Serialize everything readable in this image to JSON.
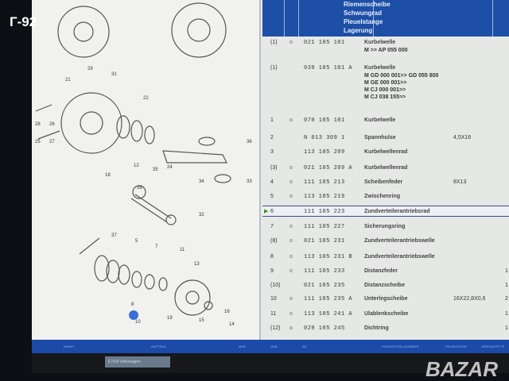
{
  "overlay_label": "Г-92",
  "header": {
    "names": [
      "Riemenscheibe",
      "Schwungrad",
      "Pleuelstange",
      "Lagerung"
    ]
  },
  "rows": [
    {
      "pos": "(1)",
      "mk": "o",
      "pn": "021 105 101",
      "name": "Kurbelwelle",
      "sub": [
        "M          >> AP 055 000"
      ]
    },
    {
      "pos": "(1)",
      "mk": "",
      "pn": "039 105 101 A",
      "name": "Kurbelwelle",
      "sub": [
        "M GD 000 001>> GD 055 800",
        "M GE 000 001>>",
        "M CJ 000 001>>",
        "M CJ 038 155>>"
      ]
    },
    {
      "pos": "1",
      "mk": "o",
      "pn": "070 105 101",
      "name": "Kurbelwelle",
      "size": "",
      "qty": ""
    },
    {
      "pos": "2",
      "mk": "",
      "pn": "N  013 309 1",
      "name": "Spannhulse",
      "size": "4,5X16",
      "qty": ""
    },
    {
      "pos": "3",
      "mk": "",
      "pn": "113 105 209",
      "name": "Kurbelwellenrad",
      "size": "",
      "qty": ""
    },
    {
      "pos": "(3)",
      "mk": "o",
      "pn": "021 105 209 A",
      "name": "Kurbelwellenrad",
      "size": "",
      "qty": ""
    },
    {
      "pos": "4",
      "mk": "o",
      "pn": "111 105 213",
      "name": "Scheibenfeder",
      "size": "8X13",
      "qty": ""
    },
    {
      "pos": "5",
      "mk": "o",
      "pn": "113 105 219",
      "name": "Zwischenring",
      "size": "",
      "qty": ""
    },
    {
      "pos": "6",
      "mk": "",
      "pn": "111 105 223",
      "name": "Zundverteilerantriebsrad",
      "size": "",
      "qty": "",
      "selected": true
    },
    {
      "pos": "7",
      "mk": "o",
      "pn": "111 105 227",
      "name": "Sicherungsring",
      "size": "",
      "qty": ""
    },
    {
      "pos": "(8)",
      "mk": "o",
      "pn": "021 105 231",
      "name": "Zundverteilerantriebswelle",
      "size": "",
      "qty": ""
    },
    {
      "pos": "8",
      "mk": "o",
      "pn": "113 105 231 B",
      "name": "Zundverteilerantriebswelle",
      "size": "",
      "qty": ""
    },
    {
      "pos": "9",
      "mk": "o",
      "pn": "111 105 233",
      "name": "Distanzfeder",
      "size": "",
      "qty": "1"
    },
    {
      "pos": "(10)",
      "mk": "",
      "pn": "021 105 235",
      "name": "Distanzscheibe",
      "size": "",
      "qty": "1"
    },
    {
      "pos": "10",
      "mk": "o",
      "pn": "111 105 235 A",
      "name": "Unterlegscheibe",
      "size": "16X22,8X0,6",
      "qty": "2"
    },
    {
      "pos": "11",
      "mk": "o",
      "pn": "113 105 241 A",
      "name": "Ulablenkscheibe",
      "size": "",
      "qty": "1"
    },
    {
      "pos": "(12)",
      "mk": "o",
      "pn": "029 105 245",
      "name": "Dichtring",
      "size": "",
      "qty": "1"
    }
  ],
  "diagram_labels": [
    "29",
    "31",
    "21",
    "22",
    "28",
    "26",
    "25",
    "27",
    "18",
    "12",
    "35",
    "24",
    "34",
    "36",
    "33",
    "39",
    "32",
    "37",
    "5",
    "7",
    "11",
    "13",
    "8",
    "10",
    "19",
    "15",
    "14",
    "16"
  ],
  "status_bar": [
    "MARKT",
    "AUFTRAG",
    "MKB",
    "GKB",
    "AG",
    "FAHRGESTELLNUMMER",
    "PRODUKTION",
    "VERKAUFSTYP"
  ],
  "taskbar": {
    "app": "ETKA Volkswagen"
  },
  "watermark": "BAZAR",
  "colors": {
    "header": "#1d4fa6",
    "selected_marker": "#2a9a2a"
  }
}
